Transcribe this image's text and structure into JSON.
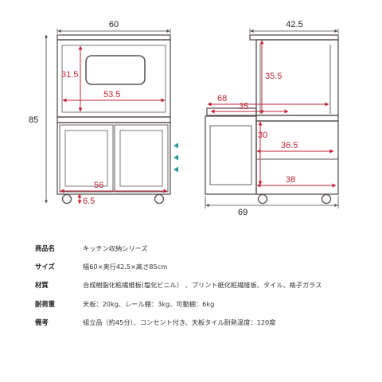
{
  "diagram": {
    "front": {
      "width": "60",
      "height": "85",
      "window_height": "31.5",
      "window_width": "53.5",
      "inner_width": "56",
      "caster_height": "6.5"
    },
    "side": {
      "depth": "42.5",
      "upper_height": "35.5",
      "rail_extended": "68",
      "rail_depth": "35",
      "lower_gap": "30",
      "lower_depth": "36.5",
      "bottom_depth": "38",
      "base_depth": "69"
    },
    "colors": {
      "frame": "#5a5250",
      "accent": "#c0243a",
      "arrow": "#2a9a9a"
    }
  },
  "specs": {
    "rows": [
      {
        "label": "商品名",
        "value": "キッチン収納シリーズ"
      },
      {
        "label": "サイズ",
        "value": "幅60×奥行42.5×高さ85cm"
      },
      {
        "label": "材質",
        "value": "合成樹脂化粧繊維板(塩化ビニル） 、プリント紙化粧繊維板、タイル、格子ガラス"
      },
      {
        "label": "耐荷重",
        "value": "天板：20kg、レール棚：3kg、可動棚：6kg"
      },
      {
        "label": "備考",
        "value": "組立品（約45分）、コンセント付き、天板タイル耐熱温度：120度"
      }
    ]
  }
}
